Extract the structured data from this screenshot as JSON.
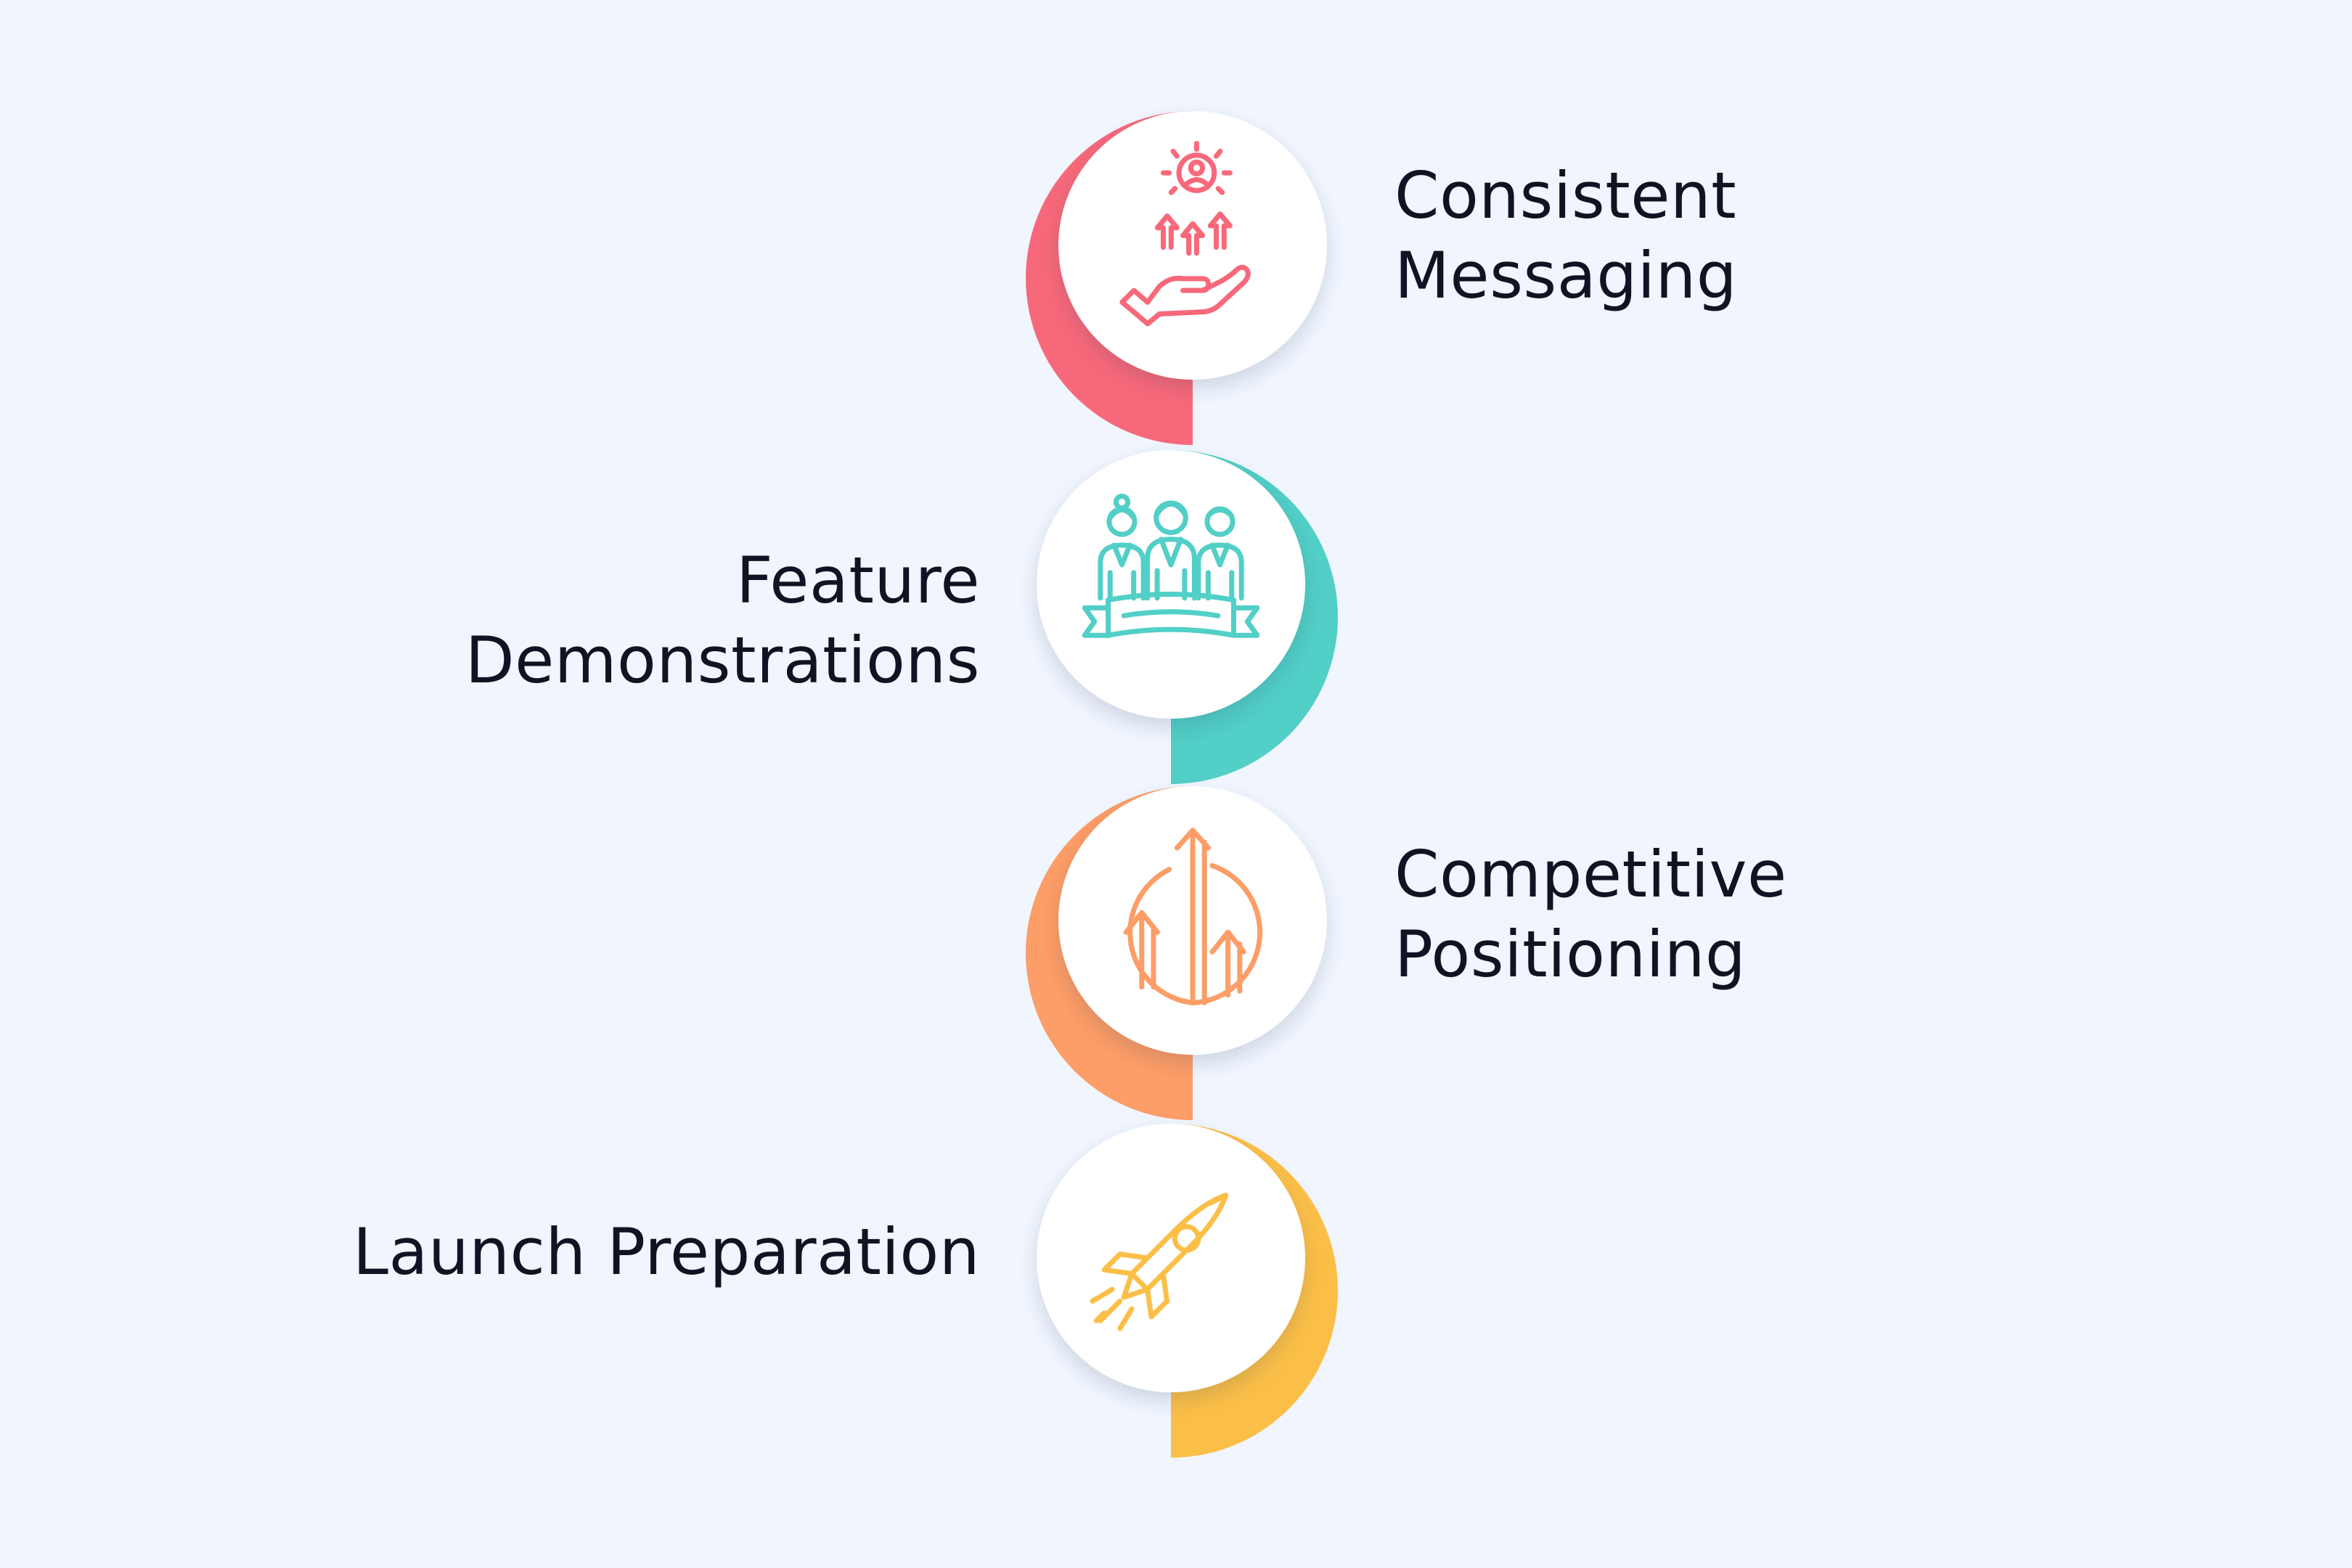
{
  "steps": [
    {
      "id": "consistent-messaging",
      "label_lines": [
        "Consistent",
        "Messaging"
      ],
      "side": "right",
      "color": "#f7697a",
      "icon": "hand-raising-person-icon"
    },
    {
      "id": "feature-demonstrations",
      "label_lines": [
        "Feature",
        "Demonstrations"
      ],
      "side": "left",
      "color": "#52cfc7",
      "icon": "team-banner-icon"
    },
    {
      "id": "competitive-positioning",
      "label_lines": [
        "Competitive",
        "Positioning"
      ],
      "side": "right",
      "color": "#fd9d67",
      "icon": "growth-arrows-icon"
    },
    {
      "id": "launch-preparation",
      "label_lines": [
        "Launch Preparation"
      ],
      "side": "left",
      "color": "#fbbf48",
      "icon": "rocket-icon"
    }
  ]
}
